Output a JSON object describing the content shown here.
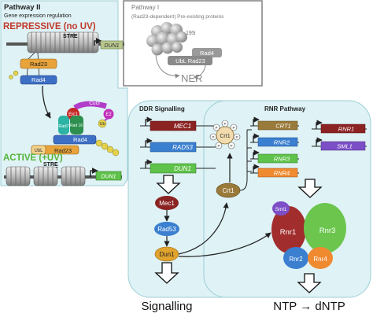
{
  "pathway2": {
    "title": "Pathway II",
    "subtitle": "Gene expression regulation",
    "repressive": "REPRESSIVE (no UV)",
    "active": "ACTIVE (+UV)",
    "stre": "STRE",
    "dun1": "DUN1",
    "rad23": "Rad23",
    "rad4": "Rad4",
    "elc1": "Elc1",
    "cul3": "Cul3",
    "e2": "E2",
    "ub": "Ub",
    "rad7": "Rad7",
    "rad16": "Rad 16",
    "ubl": "UbL"
  },
  "pathway1": {
    "title": "Pathway I",
    "subtitle": "(Rad23-dependent) Pre-existing proteins",
    "proteasome": "19S",
    "rad4": "Rad4",
    "ubl_rad23": "UbL Rad23",
    "ner": "NER"
  },
  "ddr": {
    "title": "DDR Signalling",
    "genes": [
      "MEC1",
      "RAD53",
      "DUN1"
    ],
    "proteins": [
      "Mec1",
      "Rad53",
      "Dun1"
    ],
    "output": "Signalling"
  },
  "rnr": {
    "title": "RNR Pathway",
    "left_genes": [
      "CRT1",
      "RNR2",
      "RNR3",
      "RNR4"
    ],
    "right_genes": [
      "RNR1",
      "SML1"
    ],
    "crt1_protein": "Crt1",
    "crt1_complex": "Crt1",
    "p_label": "P",
    "complex": [
      "Sml1",
      "Rnr1",
      "Rnr3",
      "Rnr2",
      "Rnr4"
    ],
    "output": "NTP → dNTP"
  }
}
